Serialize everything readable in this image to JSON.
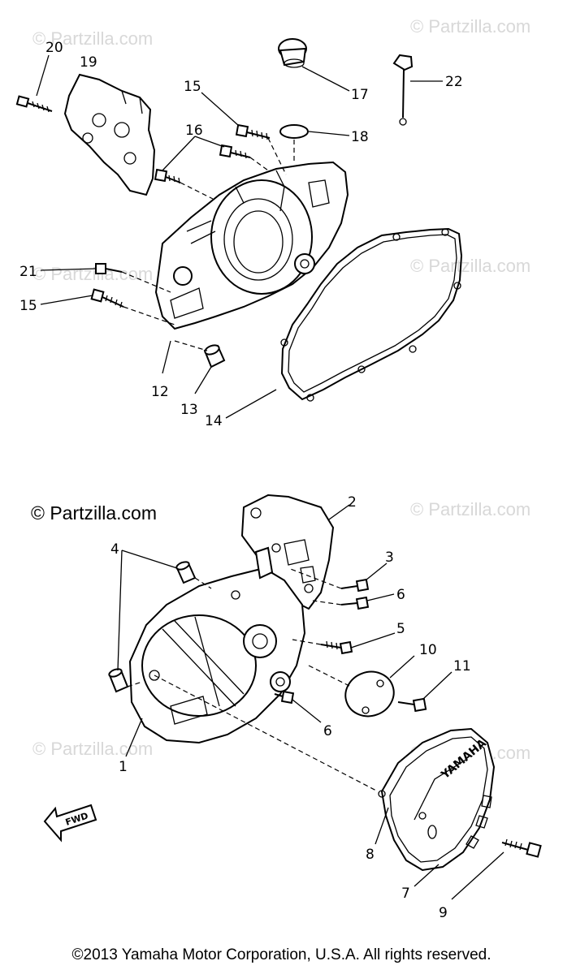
{
  "watermark": "© Partzilla.com",
  "footer": "©2013 Yamaha Motor Corporation, U.S.A. All rights reserved.",
  "fwd_label": "FWD",
  "brand_text": "YAMAHA",
  "callouts": [
    "20",
    "19",
    "15",
    "16",
    "17",
    "18",
    "22",
    "21",
    "15",
    "12",
    "13",
    "14",
    "2",
    "4",
    "3",
    "6",
    "5",
    "10",
    "11",
    "6",
    "1",
    "8",
    "7",
    "9"
  ]
}
